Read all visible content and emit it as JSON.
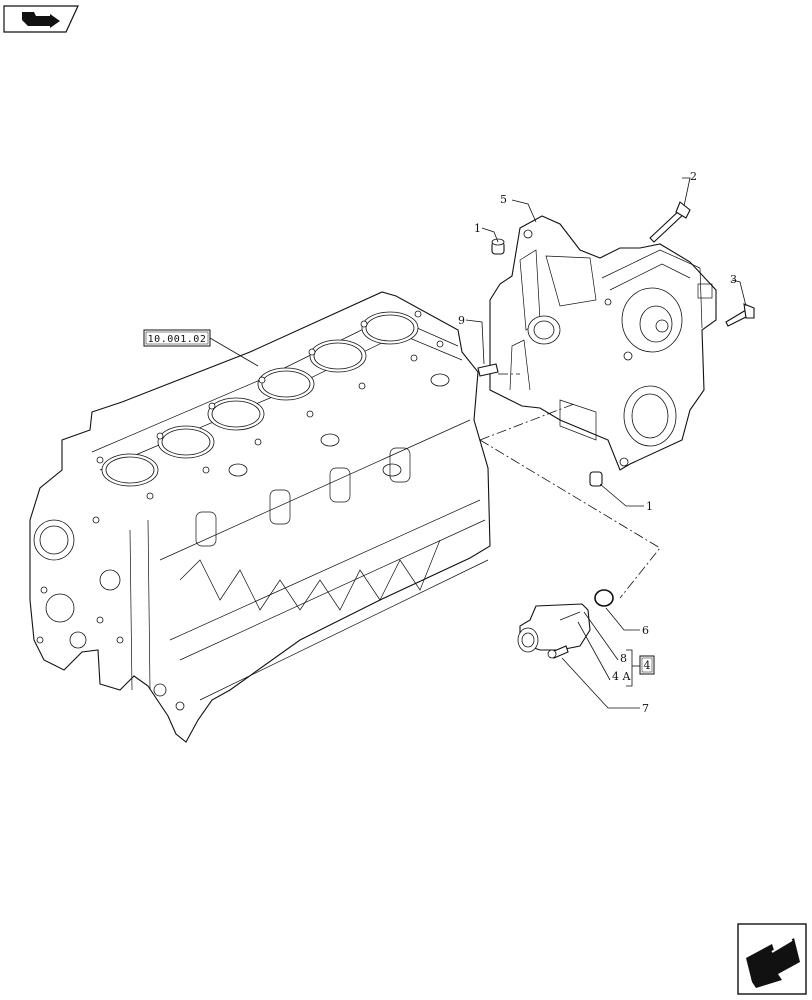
{
  "callouts": {
    "c1_top": "1",
    "c2": "2",
    "c3": "3",
    "c5": "5",
    "c9": "9",
    "c1_bottom": "1",
    "c6": "6",
    "c8": "8",
    "c4a": "4 A",
    "c7": "7",
    "c4_box": "4"
  },
  "reference_box": "10.001.02",
  "icons": {
    "top_left": "back-arrow-icon",
    "bottom_right": "next-page-arrow-icon"
  }
}
